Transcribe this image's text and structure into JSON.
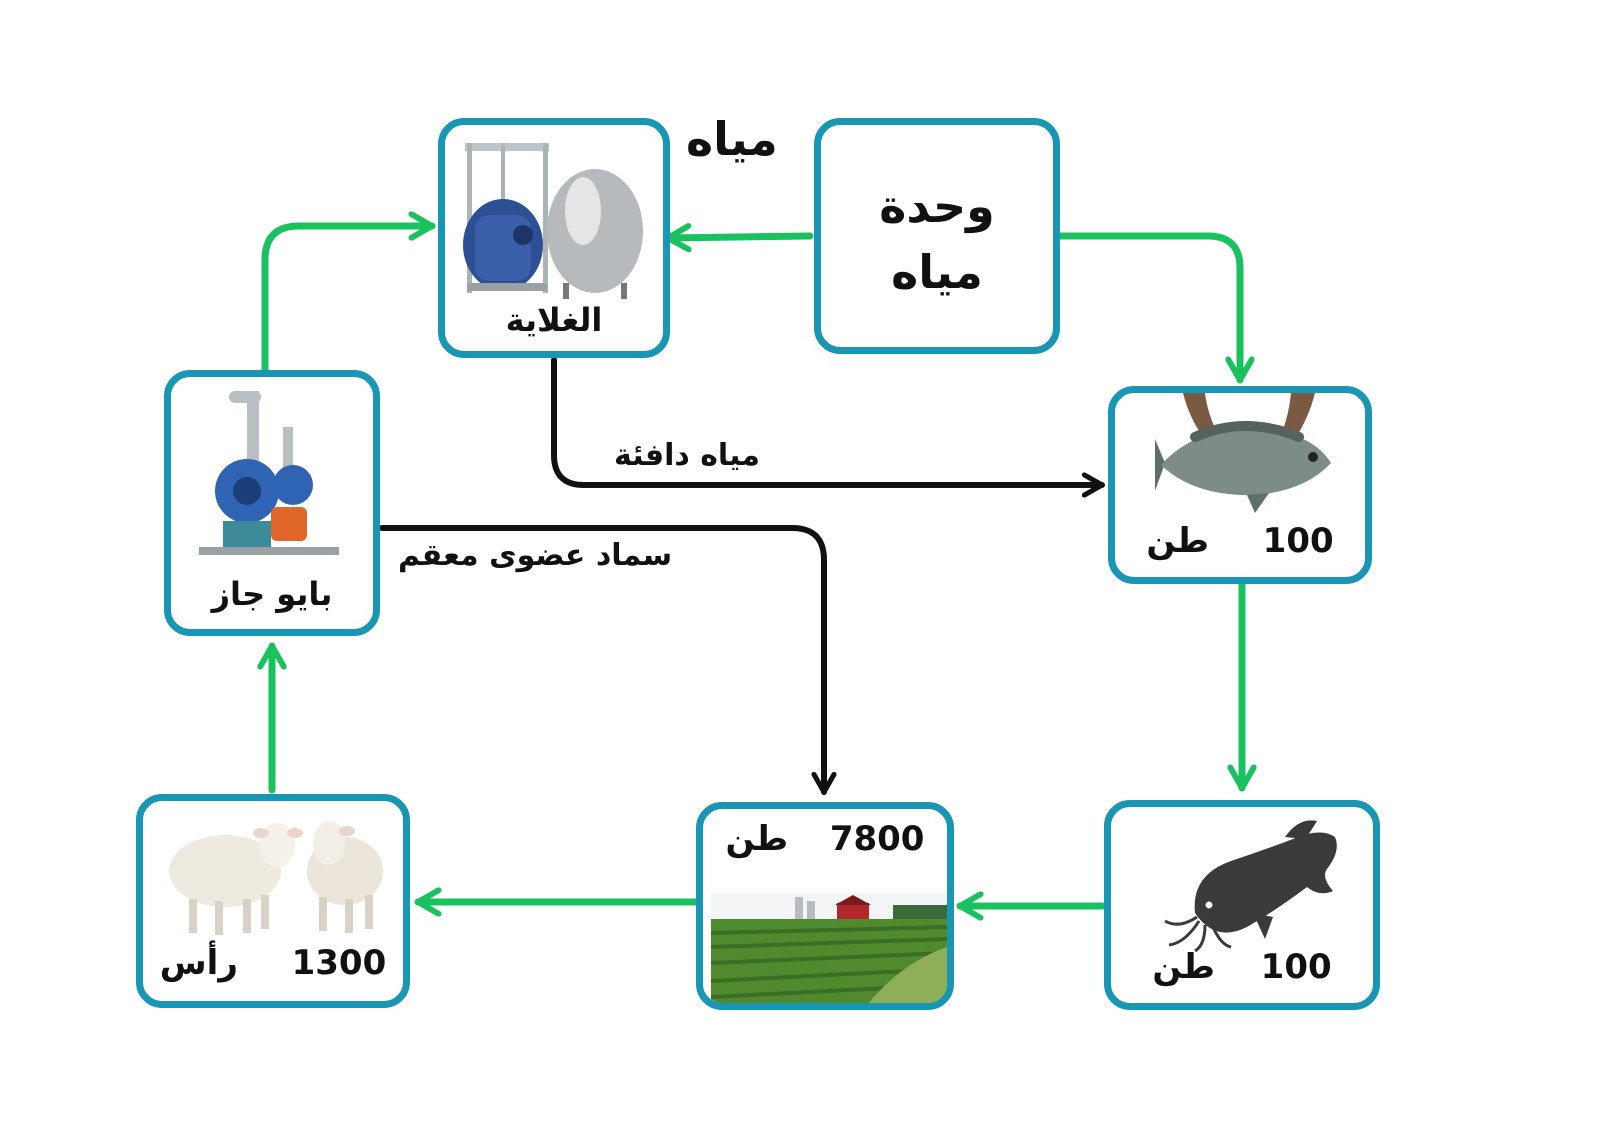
{
  "nodes": {
    "water_unit": {
      "line1": "وحدة",
      "line2": "مياه"
    },
    "boiler": {
      "label": "الغلاية"
    },
    "biogas": {
      "label": "بايو جاز"
    },
    "tilapia": {
      "value": "100",
      "unit": "طن"
    },
    "catfish": {
      "value": "100",
      "unit": "طن"
    },
    "farmland": {
      "value": "7800",
      "unit": "طن"
    },
    "sheep": {
      "value": "1300",
      "unit": "رأس"
    }
  },
  "edge_labels": {
    "water": "مياه",
    "warm_water": "مياه دافئة",
    "fertilizer": "سماد عضوى معقم"
  },
  "colors": {
    "box_border": "#1a96b5",
    "green_flow": "#19c15f",
    "black_flow": "#111111"
  },
  "icons": {
    "boiler": "boiler-tanks-icon",
    "biogas": "biogas-pump-icon",
    "tilapia": "tilapia-fish-icon",
    "catfish": "catfish-icon",
    "farmland": "farmland-photo-icon",
    "sheep": "sheep-icon"
  }
}
